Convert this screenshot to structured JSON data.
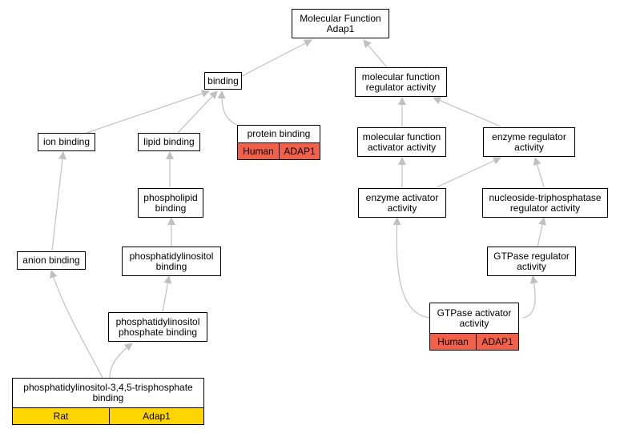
{
  "nodes": {
    "root": {
      "label": "Molecular Function\nAdap1"
    },
    "binding": {
      "label": "binding"
    },
    "mfra": {
      "label": "molecular function\nregulator activity"
    },
    "ion": {
      "label": "ion binding"
    },
    "lipid": {
      "label": "lipid binding"
    },
    "protein": {
      "label": "protein binding",
      "species": "Human",
      "gene": "ADAP1"
    },
    "mfaa": {
      "label": "molecular function\nactivator activity"
    },
    "era": {
      "label": "enzyme regulator\nactivity"
    },
    "phospholipid": {
      "label": "phospholipid\nbinding"
    },
    "eaa": {
      "label": "enzyme activator\nactivity"
    },
    "ntra": {
      "label": "nucleoside-triphosphatase\nregulator activity"
    },
    "anion": {
      "label": "anion binding"
    },
    "pib": {
      "label": "phosphatidylinositol\nbinding"
    },
    "gtra": {
      "label": "GTPase regulator\nactivity"
    },
    "pipb": {
      "label": "phosphatidylinositol\nphosphate binding"
    },
    "gtaa": {
      "label": "GTPase activator\nactivity",
      "species": "Human",
      "gene": "ADAP1"
    },
    "pip3": {
      "label": "phosphatidylinositol-3,4,5-trisphosphate\nbinding",
      "species": "Rat",
      "gene": "Adap1"
    }
  },
  "colors": {
    "human": "#f2604a",
    "rat": "#ffd500",
    "edge": "#c0c0c0"
  }
}
